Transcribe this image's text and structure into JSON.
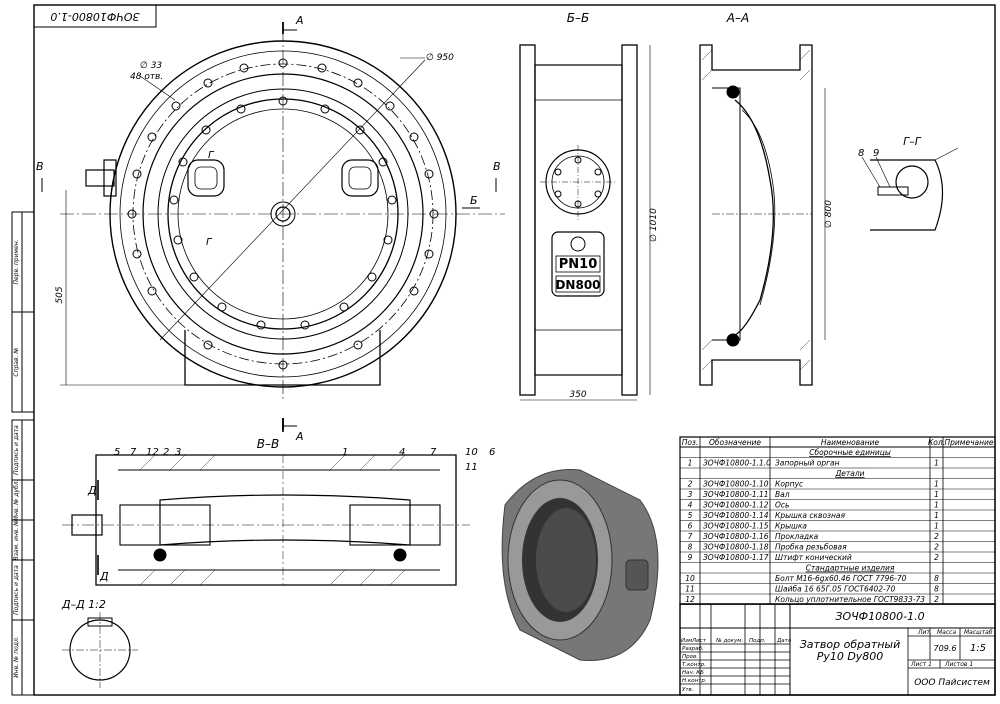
{
  "title_block_top": "ЗОЧФ10800-1.0",
  "views": {
    "section_aa": "А–А",
    "section_bb": "Б–Б",
    "section_vv": "В–В",
    "section_gg": "Г–Г",
    "section_dd": "Д–Д 1:2"
  },
  "cut_letters": {
    "a": "А",
    "b": "Б",
    "v": "В",
    "g": "Г",
    "d": "Д"
  },
  "dimensions": {
    "hole_dia": "∅ 33",
    "hole_count": "48 отв.",
    "outer_dia": "∅ 950",
    "height_505": "505",
    "dia_1010": "∅ 1010",
    "width_350": "350",
    "dia_800": "∅ 800"
  },
  "plate": {
    "pn": "PN10",
    "dn": "DN800"
  },
  "callouts_section": [
    "5",
    "7",
    "12",
    "2",
    "3",
    "1",
    "4",
    "7",
    "10",
    "11",
    "6"
  ],
  "callouts_gg": [
    "8",
    "9"
  ],
  "side_stamps": [
    "Перв. примен.",
    "Справ. №",
    "Подпись и дата",
    "Инв. № дубл.",
    "Взам. инв. №",
    "Подпись и дата",
    "Инв. № подл."
  ],
  "spec": {
    "headers": [
      "Поз.",
      "Обозначение",
      "Наименование",
      "Кол.",
      "Примечание"
    ],
    "rows": [
      {
        "pos": "",
        "code": "",
        "name": "Сборочные единицы",
        "qty": "",
        "section": true
      },
      {
        "pos": "1",
        "code": "ЗОЧФ10800-1.1.0",
        "name": "Запорный орган",
        "qty": "1"
      },
      {
        "pos": "",
        "code": "",
        "name": "Детали",
        "qty": "",
        "section": true
      },
      {
        "pos": "2",
        "code": "ЗОЧФ10800-1.10",
        "name": "Корпус",
        "qty": "1"
      },
      {
        "pos": "3",
        "code": "ЗОЧФ10800-1.11",
        "name": "Вал",
        "qty": "1"
      },
      {
        "pos": "4",
        "code": "ЗОЧФ10800-1.12",
        "name": "Ось",
        "qty": "1"
      },
      {
        "pos": "5",
        "code": "ЗОЧФ10800-1.14",
        "name": "Крышка сквозная",
        "qty": "1"
      },
      {
        "pos": "6",
        "code": "ЗОЧФ10800-1.15",
        "name": "Крышка",
        "qty": "1"
      },
      {
        "pos": "7",
        "code": "ЗОЧФ10800-1.16",
        "name": "Прокладка",
        "qty": "2"
      },
      {
        "pos": "8",
        "code": "ЗОЧФ10800-1.18",
        "name": "Пробка резьбовая",
        "qty": "2"
      },
      {
        "pos": "9",
        "code": "ЗОЧФ10800-1.17",
        "name": "Штифт конический",
        "qty": "2"
      },
      {
        "pos": "",
        "code": "",
        "name": "Стандартные изделия",
        "qty": "",
        "section": true
      },
      {
        "pos": "10",
        "code": "",
        "name": "Болт М16-6gx60.46 ГОСТ 7796-70",
        "qty": "8"
      },
      {
        "pos": "11",
        "code": "",
        "name": "Шайба 16 65Г.05 ГОСТ6402-70",
        "qty": "8"
      },
      {
        "pos": "12",
        "code": "",
        "name": "Кольцо уплотнительное ГОСТ9833-73",
        "qty": "2"
      }
    ]
  },
  "titleblock": {
    "doc_code": "ЗОЧФ10800-1.0",
    "name_line1": "Затвор обратный",
    "name_line2": "Ру10 Dy800",
    "col_headers": [
      "Изм",
      "Лист",
      "№ докум.",
      "Подп.",
      "Дата"
    ],
    "roles": [
      "Разраб.",
      "Пров.",
      "Т.контр.",
      "Нач. КБ",
      "Н.контр.",
      "Утв."
    ],
    "lit_label": "Лит.",
    "mass_label": "Масса",
    "scale_label": "Масштаб",
    "mass": "709.6",
    "scale": "1:5",
    "sheet": "Лист 1",
    "sheets": "Листов 1",
    "company": "ООО Пайсистем"
  }
}
